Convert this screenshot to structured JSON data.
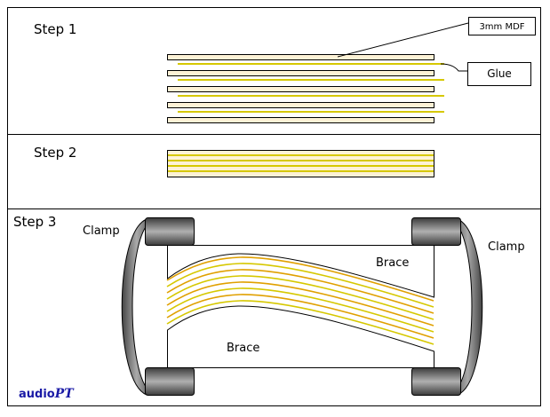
{
  "step1": {
    "title": "Step 1",
    "mdf_label": "3mm MDF",
    "glue_label": "Glue"
  },
  "step2": {
    "title": "Step 2"
  },
  "step3": {
    "title": "Step 3",
    "clamp_left": "Clamp",
    "clamp_right": "Clamp",
    "brace_top": "Brace",
    "brace_bottom": "Brace"
  },
  "logo": {
    "part1": "audio",
    "part2": "PT"
  },
  "colors": {
    "mdf_fill": "#fdf2d6",
    "glue": "#d6c800",
    "glue_alt": "#e0a000",
    "clamp_dark": "#555555",
    "clamp_light": "#9a9a9a",
    "logo": "#1a1aa6"
  }
}
